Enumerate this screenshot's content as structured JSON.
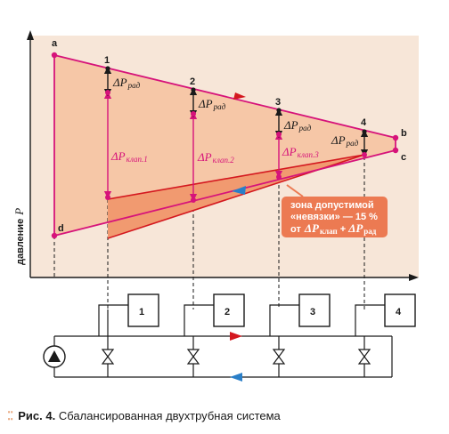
{
  "axis": {
    "y_label_main": "давление",
    "y_label_symbol": "P"
  },
  "points": {
    "a": "a",
    "b": "b",
    "c": "c",
    "d": "d"
  },
  "radiators": [
    "1",
    "2",
    "3",
    "4"
  ],
  "dp_rad": {
    "symbol": "ΔP",
    "sub": "рад"
  },
  "dp_valve": [
    {
      "symbol": "ΔP",
      "sub": "клап.1"
    },
    {
      "symbol": "ΔP",
      "sub": "клап.2"
    },
    {
      "symbol": "ΔP",
      "sub": "клап.3"
    }
  ],
  "zone_note": {
    "line1": "зона допустимой",
    "line2": "«невязки» — 15 %",
    "line3_prefix": "от",
    "term1": {
      "symbol": "ΔP",
      "sub": "клап"
    },
    "plus": "+",
    "term2": {
      "symbol": "ΔP",
      "sub": "рад"
    }
  },
  "caption": {
    "prefix": "Рис. 4.",
    "text": "Сбалансированная двухтрубная система"
  },
  "colors": {
    "panel": "#f7e6d8",
    "fill_peach": "#f6c7a7",
    "zone": "#f19a70",
    "magenta": "#d6137a",
    "red": "#d4181f",
    "blue": "#2a7fc8",
    "note_box": "#ec7a52"
  }
}
